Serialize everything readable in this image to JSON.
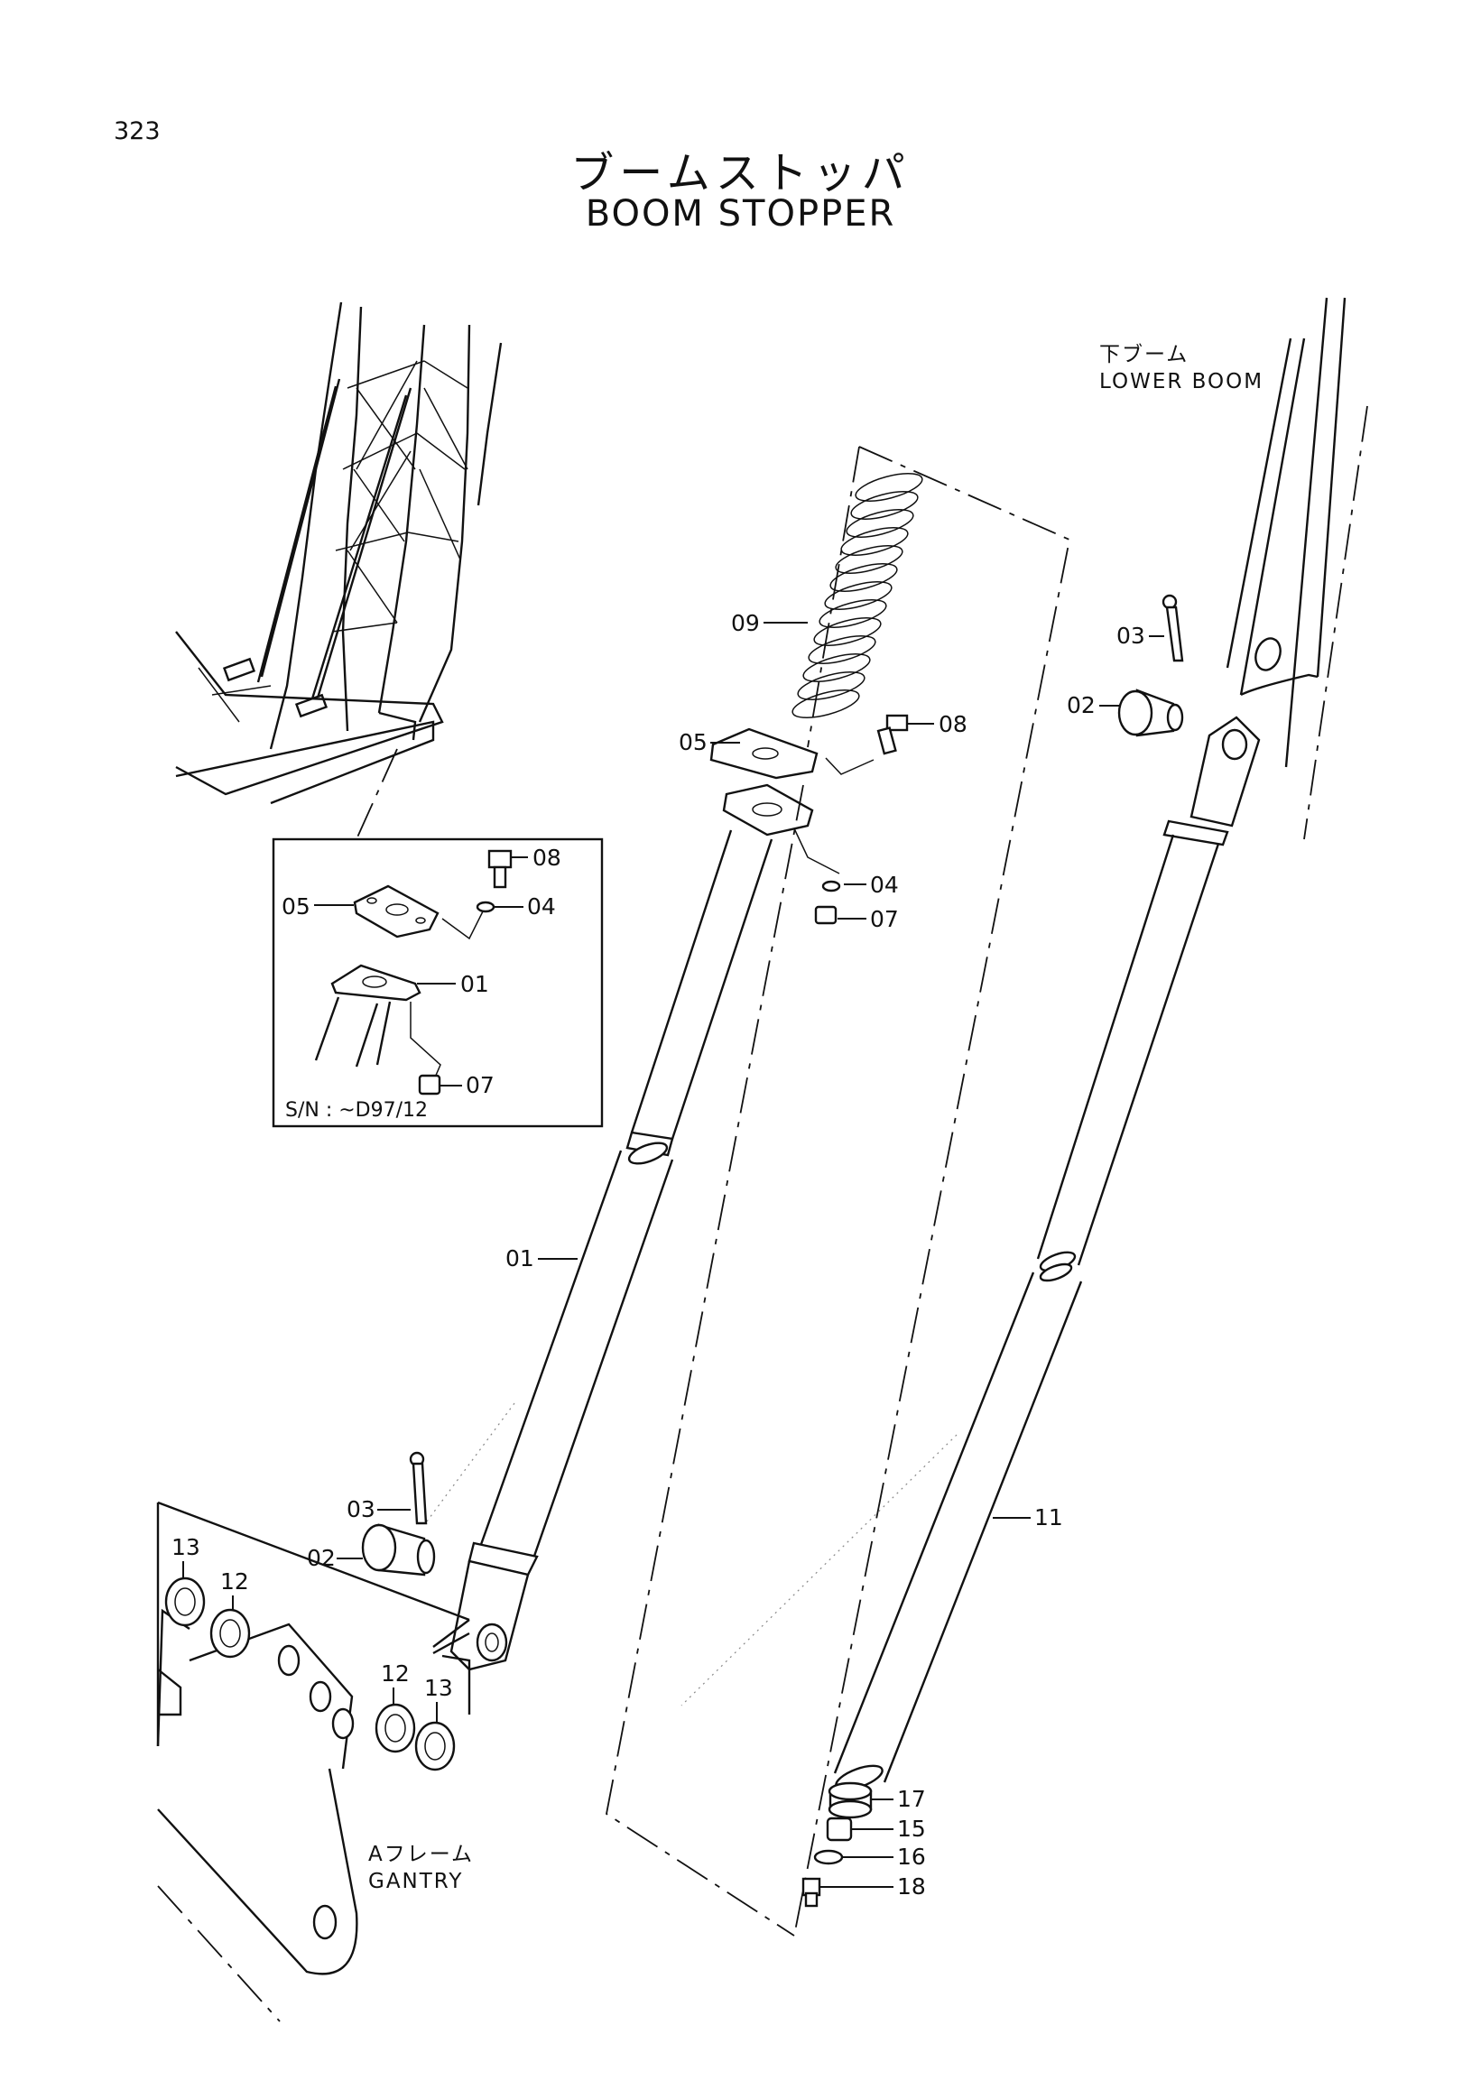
{
  "page_number": "323",
  "title_jp": "ブームストッパ",
  "title_en": "BOOM STOPPER",
  "labels": {
    "lower_boom_jp": "下ブーム",
    "lower_boom_en": "LOWER BOOM",
    "gantry_jp": "Aフレーム",
    "gantry_en": "GANTRY",
    "inset_serial": "S/N : ~D97/12"
  },
  "callouts": {
    "c09": "09",
    "c05_main": "05",
    "c08_main": "08",
    "c04_main": "04",
    "c07_main": "07",
    "c08_inset": "08",
    "c04_inset": "04",
    "c05_inset": "05",
    "c01_inset": "01",
    "c07_inset": "07",
    "c03_right": "03",
    "c02_right": "02",
    "c01_main": "01",
    "c11": "11",
    "c03_left": "03",
    "c02_left": "02",
    "c13_left": "13",
    "c12_left": "12",
    "c12_right": "12",
    "c13_right": "13",
    "c17": "17",
    "c15": "15",
    "c16": "16",
    "c18": "18"
  }
}
